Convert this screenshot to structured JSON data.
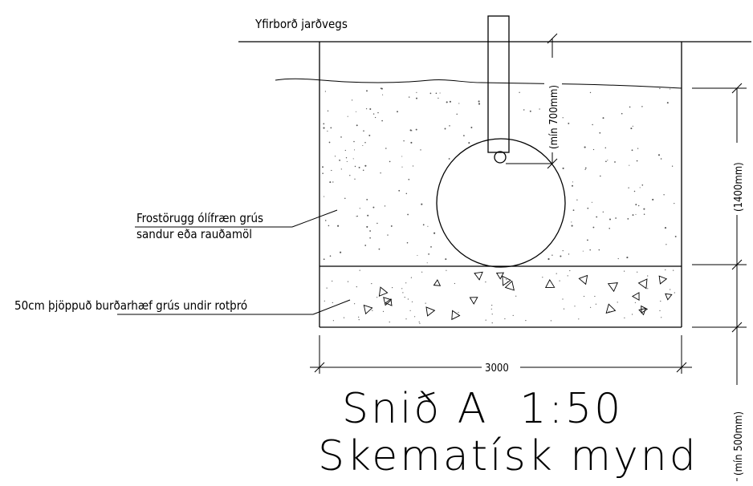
{
  "labels": {
    "ground_surface": "Yfirborð jarðvegs",
    "backfill_line1": "Frostörugg ólífræn grús",
    "backfill_line2": "sandur eða rauðamöl",
    "bedding": "50cm þjöppuð burðarhæf grús undir rotþró"
  },
  "dimensions": {
    "min_cover": "(mín 700mm)",
    "depth": "(1400mm)",
    "min_base": "(mín 500mm)",
    "width": "3000"
  },
  "title": {
    "line1": "Snið A  1:50",
    "line2": "Skematísk mynd"
  }
}
